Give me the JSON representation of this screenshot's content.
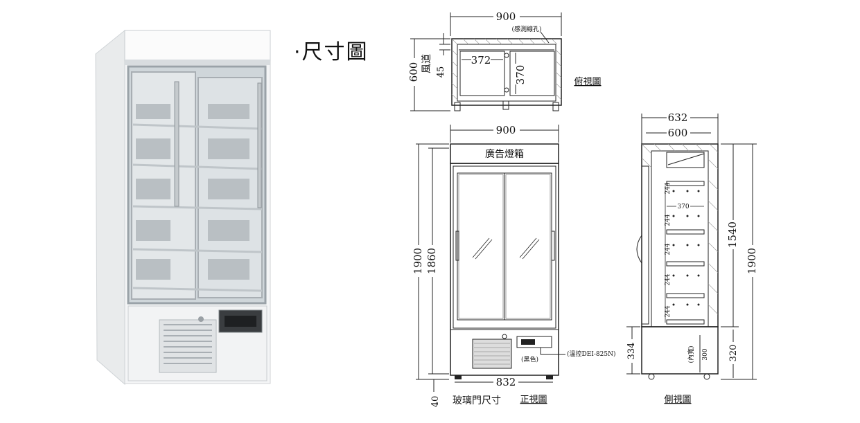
{
  "heading": "·尺寸圖",
  "top_view": {
    "width": "900",
    "sensor_note": "(感測線孔)",
    "depth": "600",
    "air_duct": "風道",
    "air_duct_dim": "45",
    "inner_width": "372",
    "inner_depth": "370",
    "title": "俯視圖"
  },
  "front_view": {
    "width": "900",
    "lightbox": "廣告燈箱",
    "height_total": "1900",
    "height_body": "1860",
    "bottom_width": "832",
    "foot": "40",
    "door_label": "玻璃門尺寸",
    "controller_note": "(溫控DEI-825N)",
    "controller_color": "(黑色)",
    "title": "正視圖"
  },
  "side_view": {
    "depth_total": "632",
    "depth_body": "600",
    "shelf_pitch": "244",
    "shelf_depth": "370",
    "height_cab": "1540",
    "height_total": "1900",
    "base_height": "334",
    "base_inner": "(內寬)",
    "base_inner_dim": "300",
    "base_right": "320",
    "title": "側視圖"
  }
}
